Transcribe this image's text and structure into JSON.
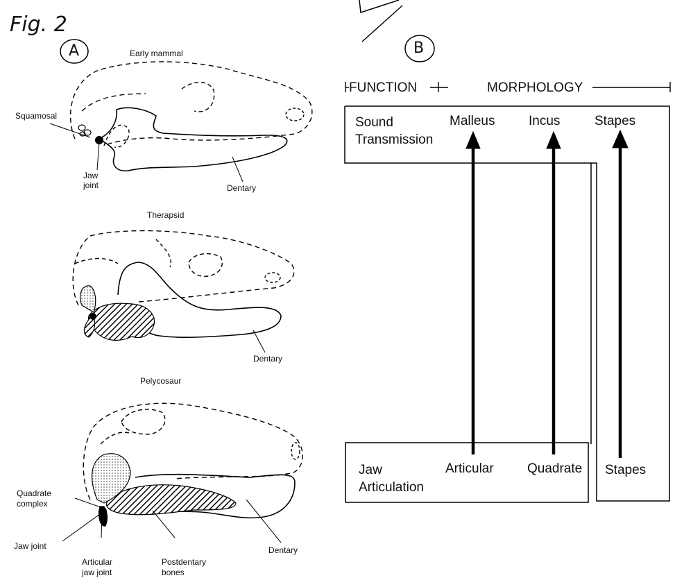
{
  "figure_label": "Fig. 2",
  "panel_a": {
    "label": "A",
    "sections": [
      {
        "title": "Early mammal",
        "labels": {
          "squamosal": "Squamosal",
          "jaw_joint": "Jaw\njoint",
          "dentary": "Dentary"
        }
      },
      {
        "title": "Therapsid",
        "labels": {
          "dentary": "Dentary"
        }
      },
      {
        "title": "Pelycosaur",
        "labels": {
          "quadrate_complex": "Quadrate\ncomplex",
          "jaw_joint": "Jaw joint",
          "articular_jaw_joint": "Articular\njaw joint",
          "postdentary_bones": "Postdentary\nbones",
          "dentary": "Dentary"
        }
      }
    ]
  },
  "panel_b": {
    "label": "B",
    "header": {
      "function": "FUNCTION",
      "morphology": "MORPHOLOGY"
    },
    "top_box": {
      "function": "Sound\nTransmission",
      "items": [
        "Malleus",
        "Incus",
        "Stapes"
      ]
    },
    "bottom_box": {
      "function": "Jaw\nArticulation",
      "items": [
        "Articular",
        "Quadrate"
      ]
    },
    "side_item": "Stapes"
  }
}
